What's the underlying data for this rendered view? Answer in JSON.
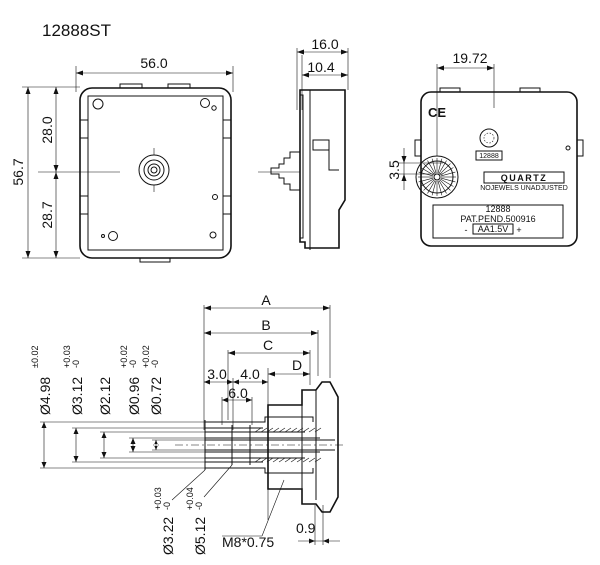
{
  "title": "12888ST",
  "front": {
    "width": "56.0",
    "upper": "28.0",
    "height": "56.7",
    "lower": "28.7"
  },
  "side": {
    "depth": "16.0",
    "shaft": "10.4"
  },
  "back": {
    "offset": "19.72",
    "drop": "3.5",
    "ce": "CE",
    "quartz": "QUARTZ",
    "subtitle": "NOJEWELS UNADJUSTED",
    "model": "12888",
    "patent": "PAT.PEND.500916",
    "battery": "AA1.5V",
    "minus": "-",
    "plus": "+",
    "stamp": "12888"
  },
  "section": {
    "A": "A",
    "B": "B",
    "C": "C",
    "D": "D",
    "d30": "3.0",
    "d40": "4.0",
    "d60": "6.0",
    "d09": "0.9",
    "thread": "M8*0.75",
    "dia": [
      {
        "main": "Ø4.98",
        "tol_upper": "±0.02",
        "tol_lower": ""
      },
      {
        "main": "Ø3.12",
        "tol_upper": "+0.03",
        "tol_lower": "-0"
      },
      {
        "main": "Ø2.12",
        "tol_upper": "",
        "tol_lower": ""
      },
      {
        "main": "Ø0.96",
        "tol_upper": "+0.02",
        "tol_lower": "-0"
      },
      {
        "main": "Ø0.72",
        "tol_upper": "+0.02",
        "tol_lower": "-0"
      }
    ],
    "dia_low": [
      {
        "main": "Ø3.22",
        "tol_upper": "+0.03",
        "tol_lower": "-0"
      },
      {
        "main": "Ø5.12",
        "tol_upper": "+0.04",
        "tol_lower": "-0"
      }
    ]
  }
}
